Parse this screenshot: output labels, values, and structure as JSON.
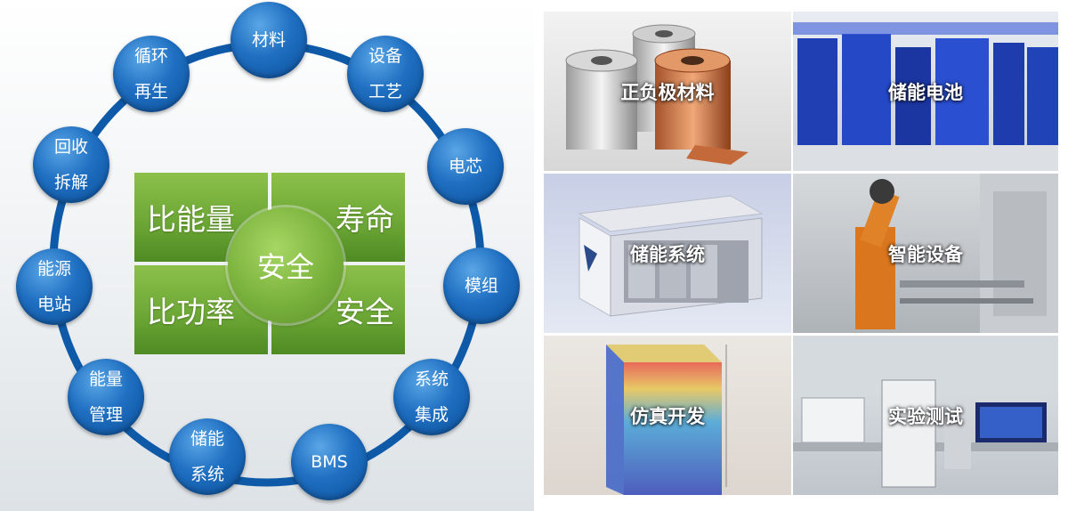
{
  "cycle": {
    "nodes": [
      {
        "id": "materials",
        "label": "材料"
      },
      {
        "id": "equipment",
        "label": "设备\n工艺"
      },
      {
        "id": "cell",
        "label": "电芯"
      },
      {
        "id": "module",
        "label": "模组"
      },
      {
        "id": "system-integration",
        "label": "系统\n集成"
      },
      {
        "id": "bms",
        "label": "BMS"
      },
      {
        "id": "storage-system",
        "label": "储能\n系统"
      },
      {
        "id": "energy-management",
        "label": "能量\n管理"
      },
      {
        "id": "power-station",
        "label": "能源\n电站"
      },
      {
        "id": "recycle-dismantle",
        "label": "回收\n拆解"
      },
      {
        "id": "recycle-regenerate",
        "label": "循环\n再生"
      }
    ]
  },
  "center": {
    "top_left": "比能量",
    "top_right": "寿命",
    "bottom_left": "比功率",
    "bottom_right": "安全",
    "core": "安全"
  },
  "tiles": [
    {
      "id": "electrode-materials",
      "label": "正负极材料"
    },
    {
      "id": "storage-battery",
      "label": "储能电池"
    },
    {
      "id": "storage-system-tile",
      "label": "储能系统"
    },
    {
      "id": "smart-equipment",
      "label": "智能设备"
    },
    {
      "id": "simulation",
      "label": "仿真开发"
    },
    {
      "id": "lab-testing",
      "label": "实验测试"
    }
  ],
  "colors": {
    "node_blue": "#1f6fc2",
    "ring_blue": "#0e5aa8",
    "center_green": "#6aa534"
  }
}
